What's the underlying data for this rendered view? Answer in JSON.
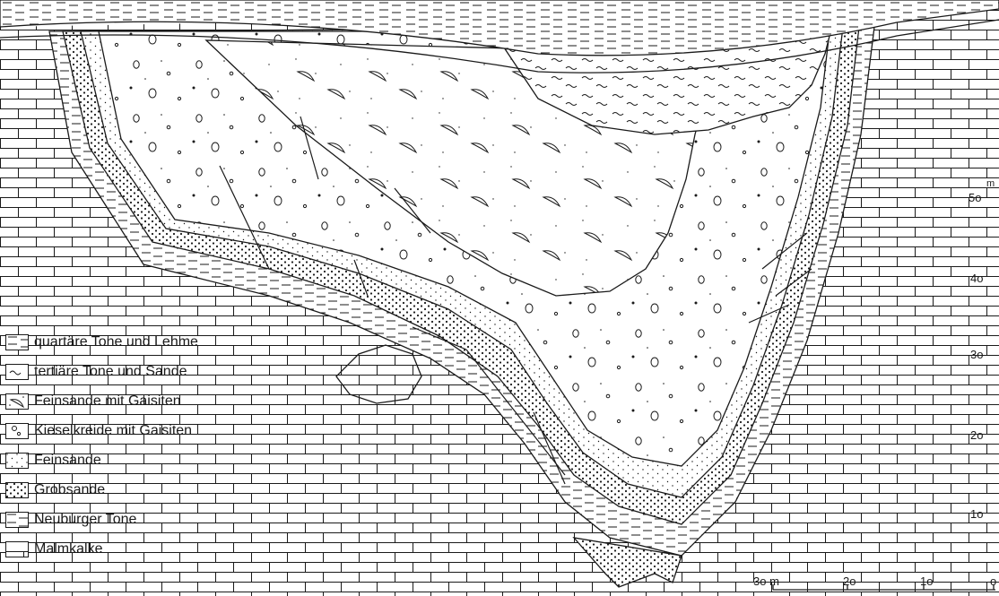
{
  "legend": {
    "items": [
      {
        "label": "quartäre Tone und Lehme",
        "pattern": "dashes"
      },
      {
        "label": "tertiäre Tone und Sande",
        "pattern": "waves"
      },
      {
        "label": "Feinsande mit Gaisiten",
        "pattern": "lenses"
      },
      {
        "label": "Kieselkreide mit Gaisiten",
        "pattern": "pebbles"
      },
      {
        "label": "Feinsande",
        "pattern": "fine-dots"
      },
      {
        "label": "Grobsande",
        "pattern": "coarse-dots"
      },
      {
        "label": "Neuburger Tone",
        "pattern": "dashes"
      },
      {
        "label": "Malmkalke",
        "pattern": "bricks"
      }
    ]
  },
  "depth_axis": {
    "ticks": [
      "5o",
      "4o",
      "3o",
      "2o",
      "1o"
    ],
    "unit": "m"
  },
  "scale_bar": {
    "labels": [
      "3o m",
      "2o",
      "1o",
      "o"
    ]
  },
  "colors": {
    "ink": "#1a1a1a",
    "paper": "#ffffff"
  }
}
